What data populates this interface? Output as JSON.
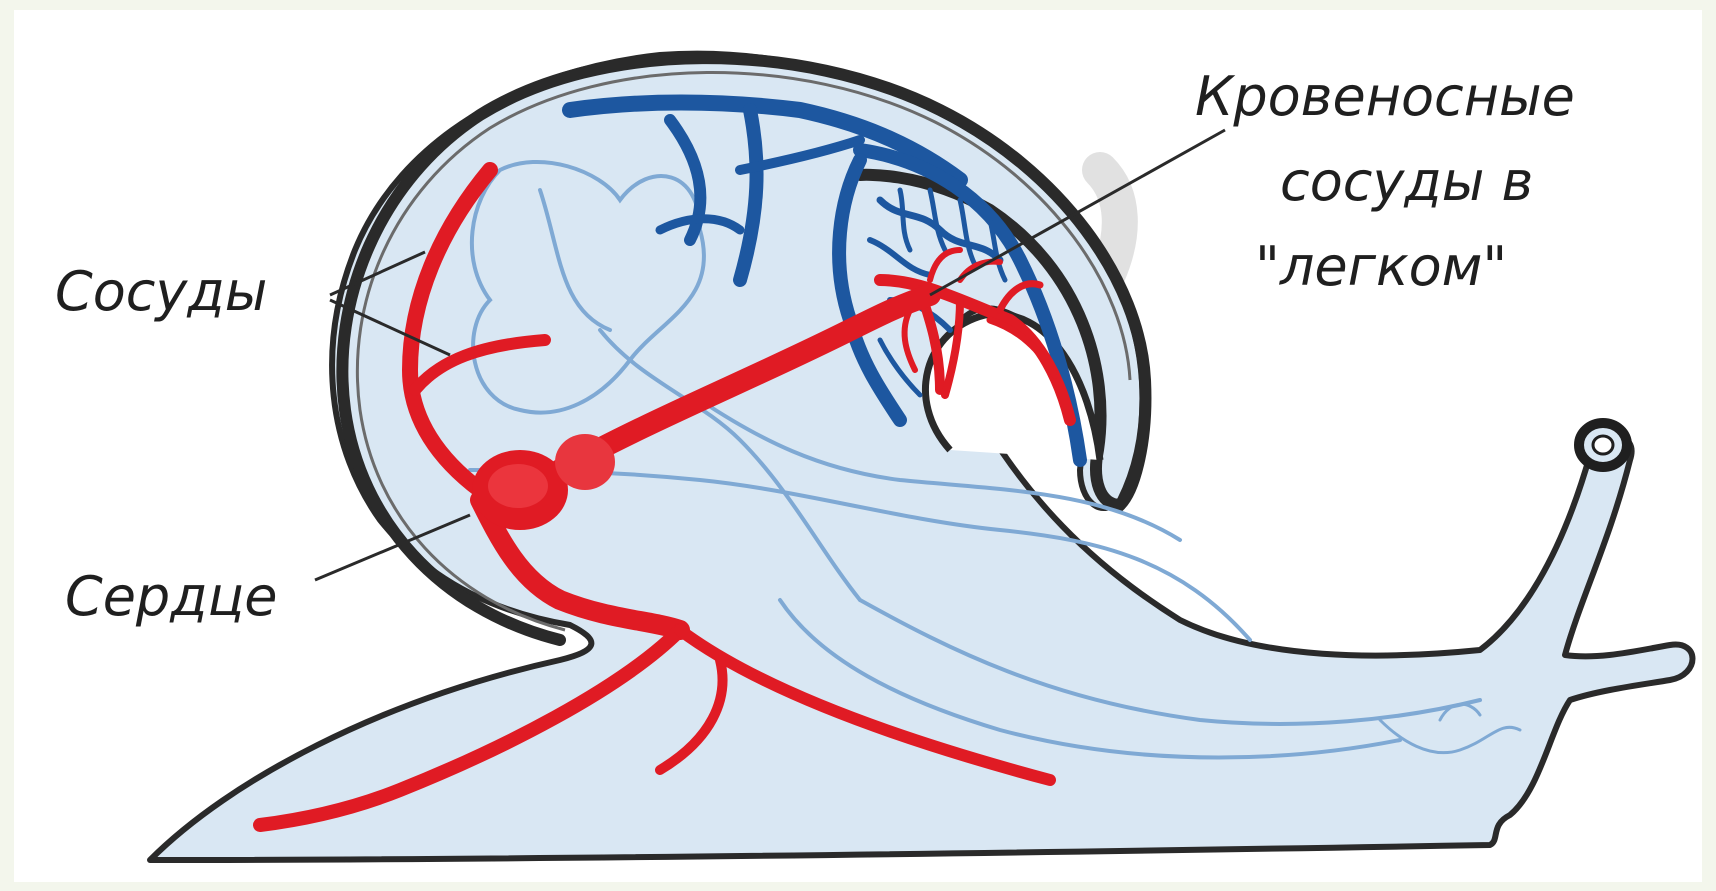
{
  "diagram": {
    "labels": {
      "vessels": "Сосуды",
      "heart": "Сердце",
      "lung_vessels_line1": "Кровеносные",
      "lung_vessels_line2": "сосуды в",
      "lung_vessels_line3": "\"легком\""
    },
    "colors": {
      "background": "#f3f6ec",
      "body_fill": "#d9e7f3",
      "outline": "#2a2a2a",
      "arterial_red": "#e01b24",
      "venous_blue": "#1d57a0",
      "organ_outline_blue": "#7fa9d4",
      "shadow_gray": "#b8b8b8"
    }
  }
}
